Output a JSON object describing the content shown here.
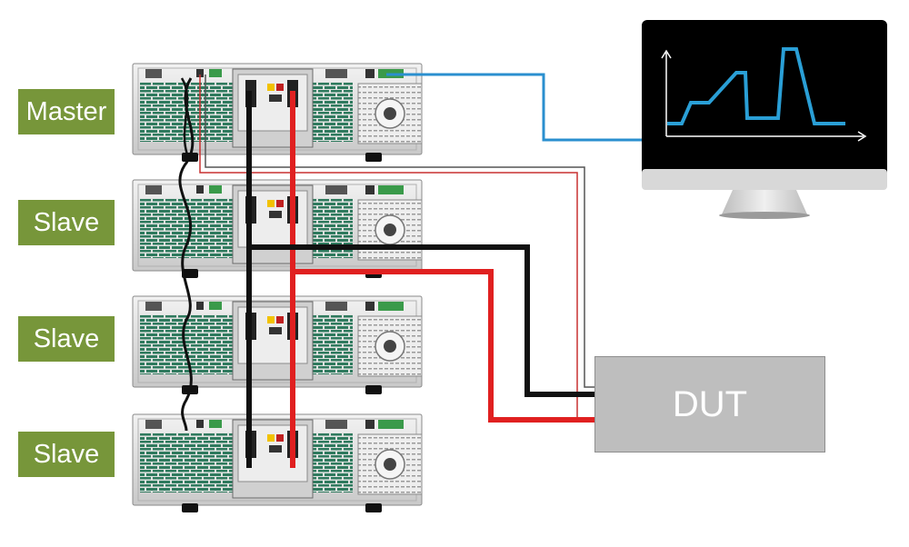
{
  "units": [
    {
      "role": "Master"
    },
    {
      "role": "Slave"
    },
    {
      "role": "Slave"
    },
    {
      "role": "Slave"
    }
  ],
  "dut": {
    "label": "DUT"
  },
  "colors": {
    "label_bg": "#77963a",
    "positive_lead": "#e02020",
    "negative_lead": "#111111",
    "comm_cable": "#2a8fcf",
    "sense_wire": "#c83030",
    "screen_trace": "#2a9fd6",
    "screen_bg": "#000000",
    "dut_bg": "#bebebe",
    "vent_green": "#2f7a5e"
  },
  "icons": [
    "power-supply-unit",
    "monitor",
    "waveform"
  ]
}
